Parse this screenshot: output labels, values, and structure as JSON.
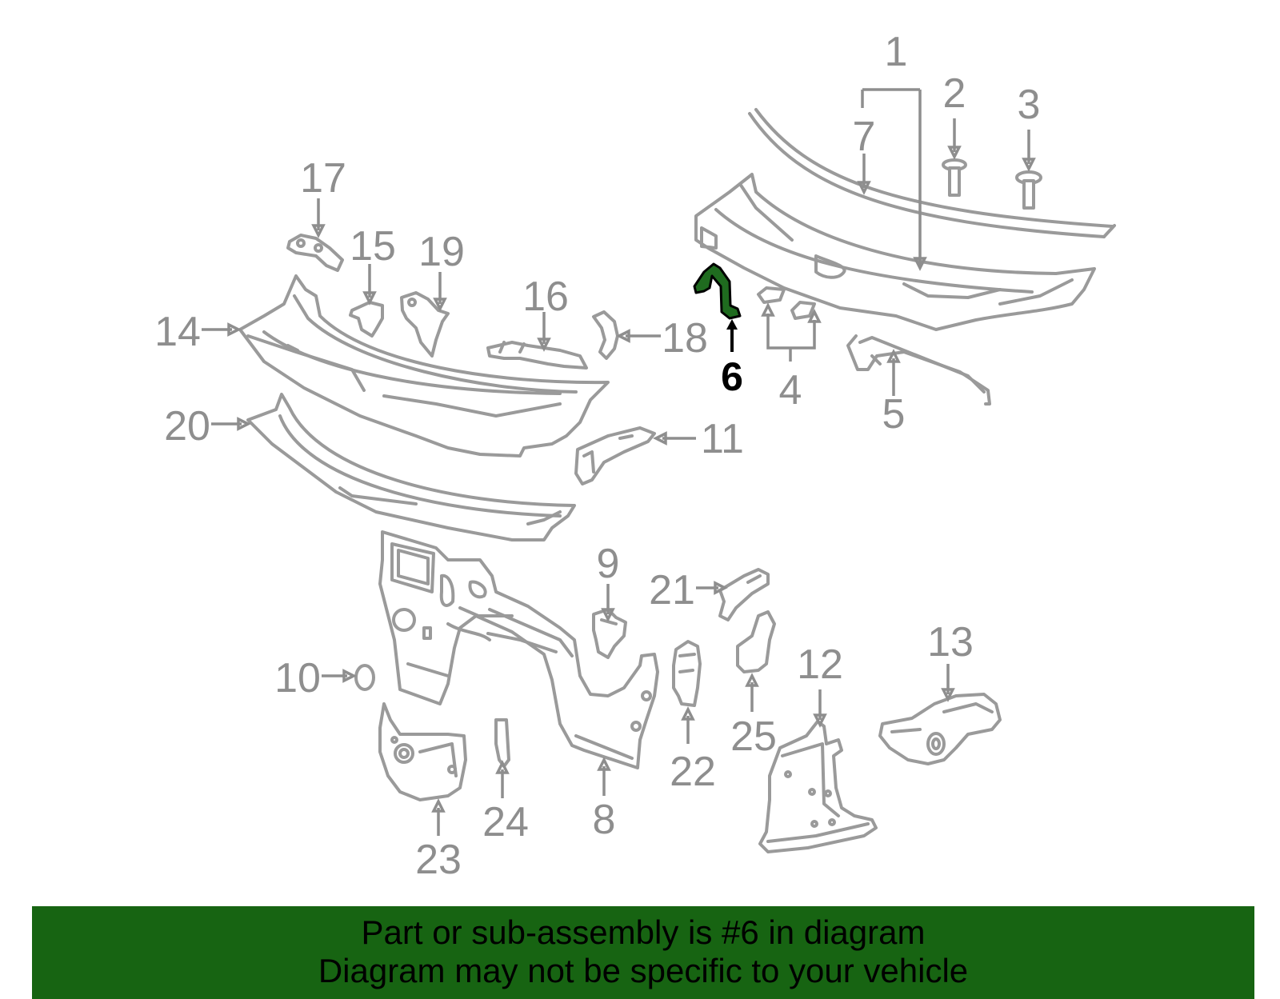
{
  "callouts": [
    {
      "id": "1",
      "label": "1"
    },
    {
      "id": "2",
      "label": "2"
    },
    {
      "id": "3",
      "label": "3"
    },
    {
      "id": "4",
      "label": "4"
    },
    {
      "id": "5",
      "label": "5"
    },
    {
      "id": "6",
      "label": "6"
    },
    {
      "id": "7",
      "label": "7"
    },
    {
      "id": "8",
      "label": "8"
    },
    {
      "id": "9",
      "label": "9"
    },
    {
      "id": "10",
      "label": "10"
    },
    {
      "id": "11",
      "label": "11"
    },
    {
      "id": "12",
      "label": "12"
    },
    {
      "id": "13",
      "label": "13"
    },
    {
      "id": "14",
      "label": "14"
    },
    {
      "id": "15",
      "label": "15"
    },
    {
      "id": "16",
      "label": "16"
    },
    {
      "id": "17",
      "label": "17"
    },
    {
      "id": "18",
      "label": "18"
    },
    {
      "id": "19",
      "label": "19"
    },
    {
      "id": "20",
      "label": "20"
    },
    {
      "id": "21",
      "label": "21"
    },
    {
      "id": "22",
      "label": "22"
    },
    {
      "id": "23",
      "label": "23"
    },
    {
      "id": "24",
      "label": "24"
    },
    {
      "id": "25",
      "label": "25"
    }
  ],
  "highlighted_part": "6",
  "colors": {
    "part_stroke": "#9a9a9a",
    "label": "#8e8e8e",
    "highlight_fill": "#1f6b1f",
    "banner_bg": "#176412"
  },
  "banner": {
    "line1": "Part or sub-assembly is #6 in diagram",
    "line2": "Diagram may not be specific to your vehicle"
  }
}
